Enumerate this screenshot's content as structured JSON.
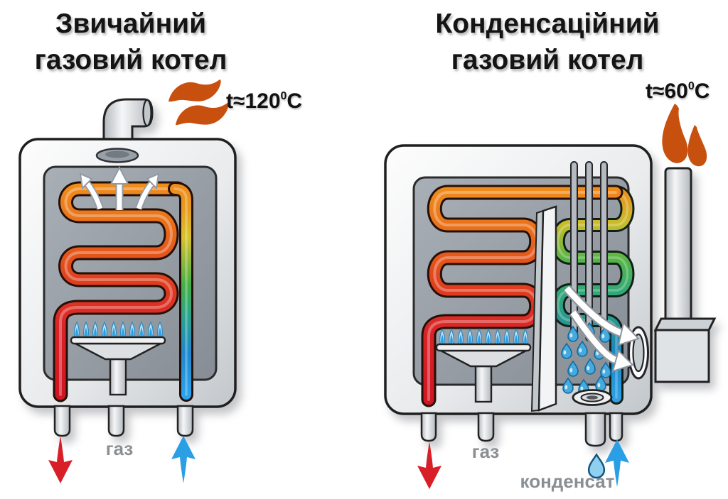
{
  "diagram": {
    "background": "#ffffff",
    "left_boiler": {
      "title_line1": "Звичайний",
      "title_line2": "газовий котел",
      "exhaust_temp": {
        "value": "t≈120",
        "sup": "0",
        "unit": "C"
      },
      "gas_label": "газ"
    },
    "right_boiler": {
      "title_line1": "Конденсаційний",
      "title_line2": "газовий котел",
      "exhaust_temp": {
        "value": "t≈60",
        "sup": "0",
        "unit": "C"
      },
      "gas_label": "газ",
      "condensate_label": "конденсат"
    },
    "colors": {
      "exhaust_flame": "#c8500f",
      "hot_water_arrow": "#d81e26",
      "cold_water_arrow": "#2b9fe6",
      "coil_hot_orange": "#ef8d1c",
      "coil_hot_red": "#d01622",
      "condensate_drop": "#45abdf",
      "burner_flame_blue": "#2b9fe6",
      "label_gray": "#8a8f94",
      "title_black": "#141414",
      "casing_gray": "#e8eaec",
      "chamber_gray": "#99a0a8"
    }
  }
}
